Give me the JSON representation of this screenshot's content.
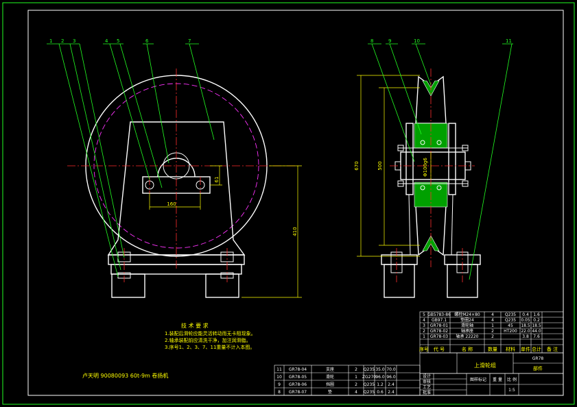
{
  "colors": {
    "background": "#000000",
    "geometry": "#ffffff",
    "centerline": "#ff2d2d",
    "pitch_circle": "#ff33ff",
    "leader": "#22ff22",
    "dimension": "#ffff00",
    "groove_fill": "#00a000"
  },
  "balloons_front": [
    "1",
    "2",
    "3",
    "4",
    "5",
    "6",
    "7"
  ],
  "balloons_side": [
    "8",
    "9",
    "10",
    "11"
  ],
  "dims": {
    "width_160": "160",
    "offset_61": "61",
    "height_410": "410",
    "dia_670": "670",
    "dia_500": "500",
    "bore_100": "Φ100g6"
  },
  "notes": {
    "title": "技 术 要 求",
    "lines": [
      "1.装配后滑轮应能灵活转动而无卡阻现象。",
      "2.轴承装配前应清洗干净，加注润滑脂。",
      "3.序号1、2、3、7、11重量不计入本图。"
    ]
  },
  "author_line": "卢天明 90080093 60t-9m 卷扬机",
  "title_block": {
    "drawing_name": "上滑轮组",
    "code": "GR78",
    "section_label": "部件",
    "header_row": [
      "序号",
      "代 号",
      "名 称",
      "数量",
      "材料",
      "单件",
      "总计",
      "备 注"
    ],
    "upper_rows": [
      [
        "5",
        "GB5783-86",
        "螺栓M24×80",
        "4",
        "Q235",
        "0.4",
        "1.6"
      ],
      [
        "4",
        "GB97.1",
        "垫圈24",
        "4",
        "Q235",
        "0.05",
        "0.2"
      ],
      [
        "3",
        "GR78-01",
        "滑轮轴",
        "1",
        "45",
        "18.5",
        "18.5"
      ],
      [
        "2",
        "GR78-02",
        "轴承座",
        "2",
        "HT200",
        "22.0",
        "44.0"
      ],
      [
        "1",
        "GR78-03",
        "轴承 22220",
        "2",
        "",
        "3.8",
        "7.6"
      ]
    ],
    "lower_rows": [
      [
        "11",
        "GR78-04",
        "支座",
        "2",
        "Q235",
        "35.0",
        "70.0"
      ],
      [
        "10",
        "GR78-05",
        "滑轮",
        "1",
        "ZG270",
        "96.0",
        "96.0"
      ],
      [
        "9",
        "GR78-06",
        "挡圈",
        "2",
        "Q235",
        "1.2",
        "2.4"
      ],
      [
        "8",
        "GR78-07",
        "垫",
        "4",
        "Q235",
        "0.6",
        "2.4"
      ]
    ],
    "sign_labels": [
      "设计",
      "审核",
      "工艺",
      "批准"
    ],
    "info_labels": [
      "图样标记",
      "重 量",
      "比 例"
    ],
    "scale": "1:5"
  }
}
